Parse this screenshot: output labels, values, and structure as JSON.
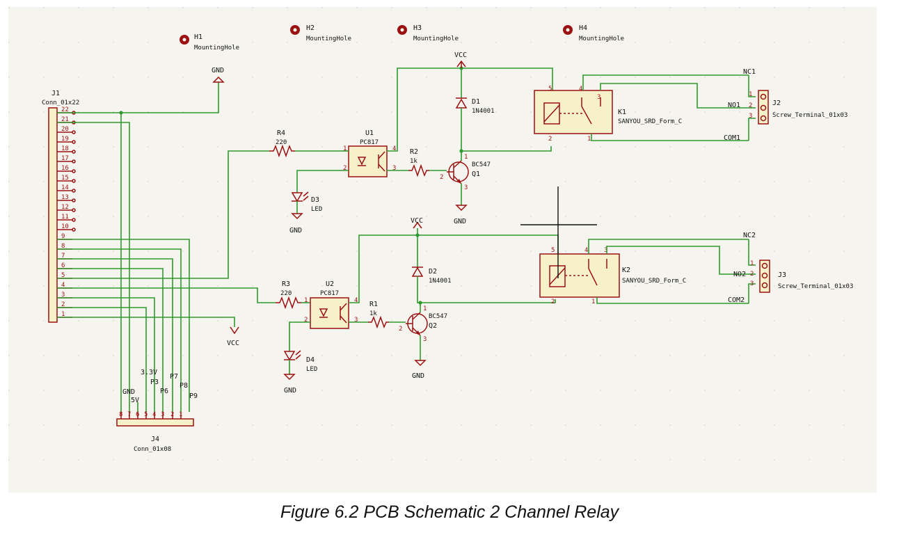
{
  "caption": "Figure 6.2 PCB Schematic 2 Channel Relay",
  "colors": {
    "wire": "#2e9a2e",
    "symbol": "#9b1010",
    "body_fill": "#f7f1c9",
    "sheet_bg": "#f5f4ef"
  },
  "mounting_holes": [
    {
      "ref": "H1",
      "value": "MountingHole"
    },
    {
      "ref": "H2",
      "value": "MountingHole"
    },
    {
      "ref": "H3",
      "value": "MountingHole"
    },
    {
      "ref": "H4",
      "value": "MountingHole"
    }
  ],
  "J1": {
    "ref": "J1",
    "value": "Conn_01x22",
    "pins": [
      "22",
      "21",
      "20",
      "19",
      "18",
      "17",
      "16",
      "15",
      "14",
      "13",
      "12",
      "11",
      "10",
      "9",
      "8",
      "7",
      "6",
      "5",
      "4",
      "3",
      "2",
      "1"
    ]
  },
  "J4": {
    "ref": "J4",
    "value": "Conn_01x08",
    "pins": [
      "8",
      "7",
      "6",
      "5",
      "4",
      "3",
      "2",
      "1"
    ],
    "net_labels": [
      "GND",
      "5V",
      "3.3V",
      "P3",
      "P6",
      "P7",
      "P8",
      "P9"
    ]
  },
  "J2": {
    "ref": "J2",
    "value": "Screw_Terminal_01x03",
    "pins": [
      "1",
      "2",
      "3"
    ]
  },
  "J3": {
    "ref": "J3",
    "value": "Screw_Terminal_01x03",
    "pins": [
      "1",
      "2",
      "3"
    ]
  },
  "K1": {
    "ref": "K1",
    "value": "SANYOU_SRD_Form_C",
    "pins": [
      "5",
      "4",
      "3",
      "2",
      "1"
    ]
  },
  "K2": {
    "ref": "K2",
    "value": "SANYOU_SRD_Form_C",
    "pins": [
      "5",
      "4",
      "3",
      "2",
      "1"
    ]
  },
  "U1": {
    "ref": "U1",
    "value": "PC817",
    "pins": [
      "1",
      "2",
      "3",
      "4"
    ]
  },
  "U2": {
    "ref": "U2",
    "value": "PC817",
    "pins": [
      "1",
      "2",
      "3",
      "4"
    ]
  },
  "R1": {
    "ref": "R1",
    "value": "1k"
  },
  "R2": {
    "ref": "R2",
    "value": "1k"
  },
  "R3": {
    "ref": "R3",
    "value": "220"
  },
  "R4": {
    "ref": "R4",
    "value": "220"
  },
  "D1": {
    "ref": "D1",
    "value": "1N4001"
  },
  "D2": {
    "ref": "D2",
    "value": "1N4001"
  },
  "D3": {
    "ref": "D3",
    "value": "LED"
  },
  "D4": {
    "ref": "D4",
    "value": "LED"
  },
  "Q1": {
    "ref": "Q1",
    "value": "BC547",
    "pins": [
      "1",
      "2",
      "3"
    ]
  },
  "Q2": {
    "ref": "Q2",
    "value": "BC547",
    "pins": [
      "1",
      "2",
      "3"
    ]
  },
  "nets": {
    "gnd": "GND",
    "vcc": "VCC",
    "nc1": "NC1",
    "no1": "NO1",
    "com1": "COM1",
    "nc2": "NC2",
    "no2": "NO2",
    "com2": "COM2"
  }
}
